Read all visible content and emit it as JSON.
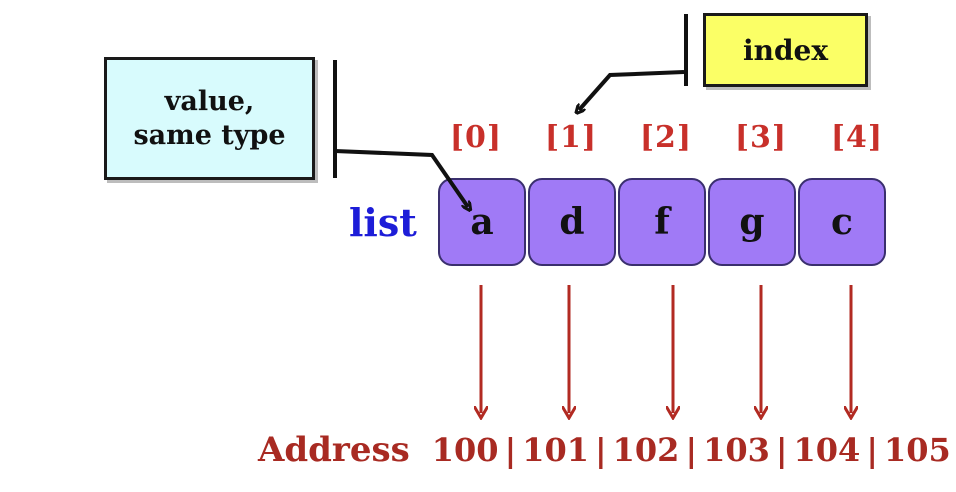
{
  "callouts": {
    "value_line1": "value,",
    "value_line2": "same type",
    "index": "index"
  },
  "list": {
    "label": "list",
    "indices": [
      "[0]",
      "[1]",
      "[2]",
      "[3]",
      "[4]"
    ],
    "values": [
      "a",
      "d",
      "f",
      "g",
      "c"
    ]
  },
  "address": {
    "label": "Address",
    "values": [
      "100",
      "101",
      "102",
      "103",
      "104",
      "105"
    ],
    "separator": "|"
  },
  "colors": {
    "cell_fill": "#a07af6",
    "index_text": "#c8302a",
    "list_label": "#1d1dd8",
    "address_text": "#a82a22",
    "arrow": "#b22a22",
    "value_box": "#d8fbfd",
    "index_box": "#fbff66"
  }
}
